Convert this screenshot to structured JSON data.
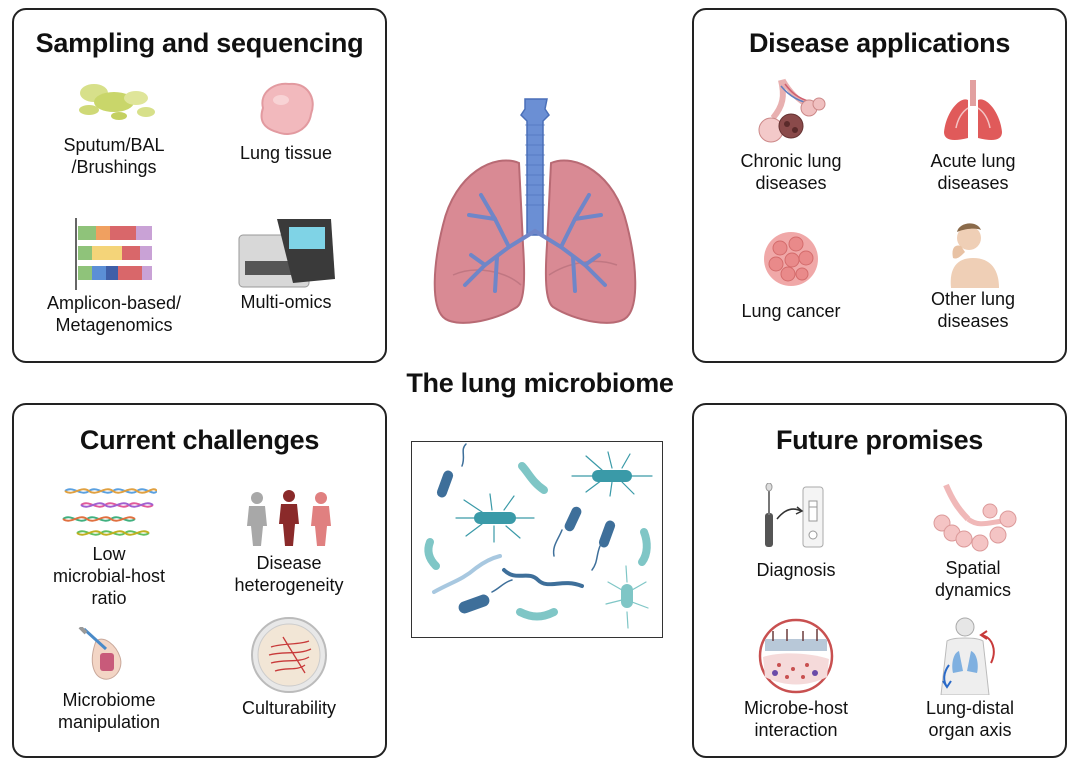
{
  "center_title": "The lung microbiome",
  "panels": {
    "sampling": {
      "title": "Sampling and sequencing",
      "items": [
        {
          "label": "Sputum/BAL\n/Brushings",
          "icon": "sputum-icon"
        },
        {
          "label": "Lung tissue",
          "icon": "lung-tissue-icon"
        },
        {
          "label": "Amplicon-based/\nMetagenomics",
          "icon": "sequencing-bars-icon"
        },
        {
          "label": "Multi-omics",
          "icon": "sequencer-machine-icon"
        }
      ]
    },
    "disease": {
      "title": "Disease applications",
      "items": [
        {
          "label": "Chronic lung\ndiseases",
          "icon": "alveoli-icon"
        },
        {
          "label": "Acute lung\ndiseases",
          "icon": "red-lungs-icon"
        },
        {
          "label": "Lung cancer",
          "icon": "tumor-icon"
        },
        {
          "label": "Other lung\ndiseases",
          "icon": "coughing-person-icon"
        }
      ]
    },
    "challenges": {
      "title": "Current challenges",
      "items": [
        {
          "label": "Low\nmicrobial-host\nratio",
          "icon": "dna-icon"
        },
        {
          "label": "Disease\nheterogeneity",
          "icon": "people-icon"
        },
        {
          "label": "Microbiome\nmanipulation",
          "icon": "pipette-hand-icon"
        },
        {
          "label": "Culturability",
          "icon": "petri-dish-icon"
        }
      ]
    },
    "future": {
      "title": "Future promises",
      "items": [
        {
          "label": "Diagnosis",
          "icon": "test-kit-icon"
        },
        {
          "label": "Spatial\ndynamics",
          "icon": "bronchiole-icon"
        },
        {
          "label": "Microbe-host\ninteraction",
          "icon": "epithelium-icon"
        },
        {
          "label": "Lung-distal\norgan axis",
          "icon": "body-axis-icon"
        }
      ]
    }
  },
  "colors": {
    "lung": "#d9828e",
    "airway": "#5f7fc7",
    "microbe_teal": "#3a9aa8",
    "microbe_blue": "#3e6f9a"
  }
}
